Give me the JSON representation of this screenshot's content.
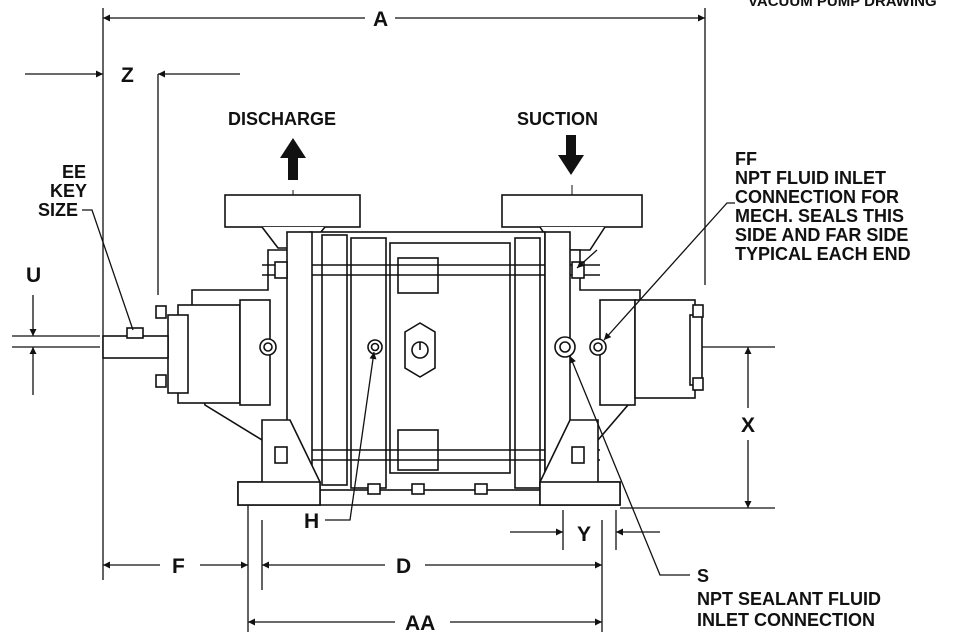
{
  "header_fragment": "VACUUM PUMP DRAWING",
  "dimensions": {
    "a": "A",
    "z": "Z",
    "u": "U",
    "x": "X",
    "y": "Y",
    "f": "F",
    "d": "D",
    "aa": "AA",
    "h": "H"
  },
  "ports": {
    "discharge": "DISCHARGE",
    "suction": "SUCTION"
  },
  "ee_note": [
    "EE",
    "KEY",
    "SIZE"
  ],
  "ff_note": [
    "FF",
    "NPT FLUID INLET",
    "CONNECTION FOR",
    "MECH. SEALS THIS",
    "SIDE AND FAR SIDE",
    "TYPICAL EACH END"
  ],
  "s_note": [
    "S",
    "NPT SEALANT FLUID",
    "INLET CONNECTION"
  ]
}
